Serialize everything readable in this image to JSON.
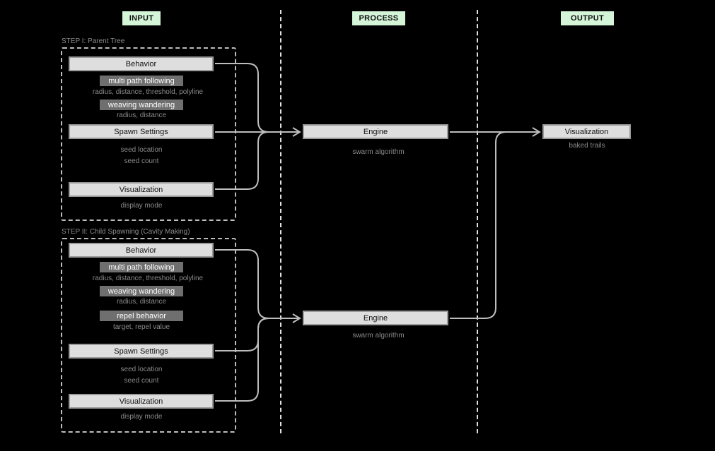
{
  "headers": {
    "input": "INPUT",
    "process": "PROCESS",
    "output": "OUTPUT"
  },
  "step1": {
    "title": "STEP I: Parent Tree",
    "behavior": "Behavior",
    "tag_multi": "multi path following",
    "text_multi": "radius, distance, threshold, polyline",
    "tag_weave": "weaving wandering",
    "text_weave": "radius, distance",
    "spawn": "Spawn Settings",
    "spawn_text1": "seed location",
    "spawn_text2": "seed count",
    "visualization": "Visualization",
    "vis_text": "display mode"
  },
  "step2": {
    "title": "STEP II: Child Spawning (Cavity Making)",
    "behavior": "Behavior",
    "tag_multi": "multi path following",
    "text_multi": "radius, distance, threshold, polyline",
    "tag_weave": "weaving wandering",
    "text_weave": "radius, distance",
    "tag_repel": "repel behavior",
    "text_repel": "target, repel value",
    "spawn": "Spawn Settings",
    "spawn_text1": "seed location",
    "spawn_text2": "seed count",
    "visualization": "Visualization",
    "vis_text": "display mode"
  },
  "process": {
    "engine1": "Engine",
    "engine1_text": "swarm algorithm",
    "engine2": "Engine",
    "engine2_text": "swarm algorithm"
  },
  "output": {
    "visualization": "Visualization",
    "vis_text": "baked trails"
  },
  "colors": {
    "background": "#000000",
    "header_fill": "#d4f5d8",
    "node_fill": "#dedede",
    "tag_fill": "#6f6f6f",
    "connector": "#bdbdbd"
  }
}
